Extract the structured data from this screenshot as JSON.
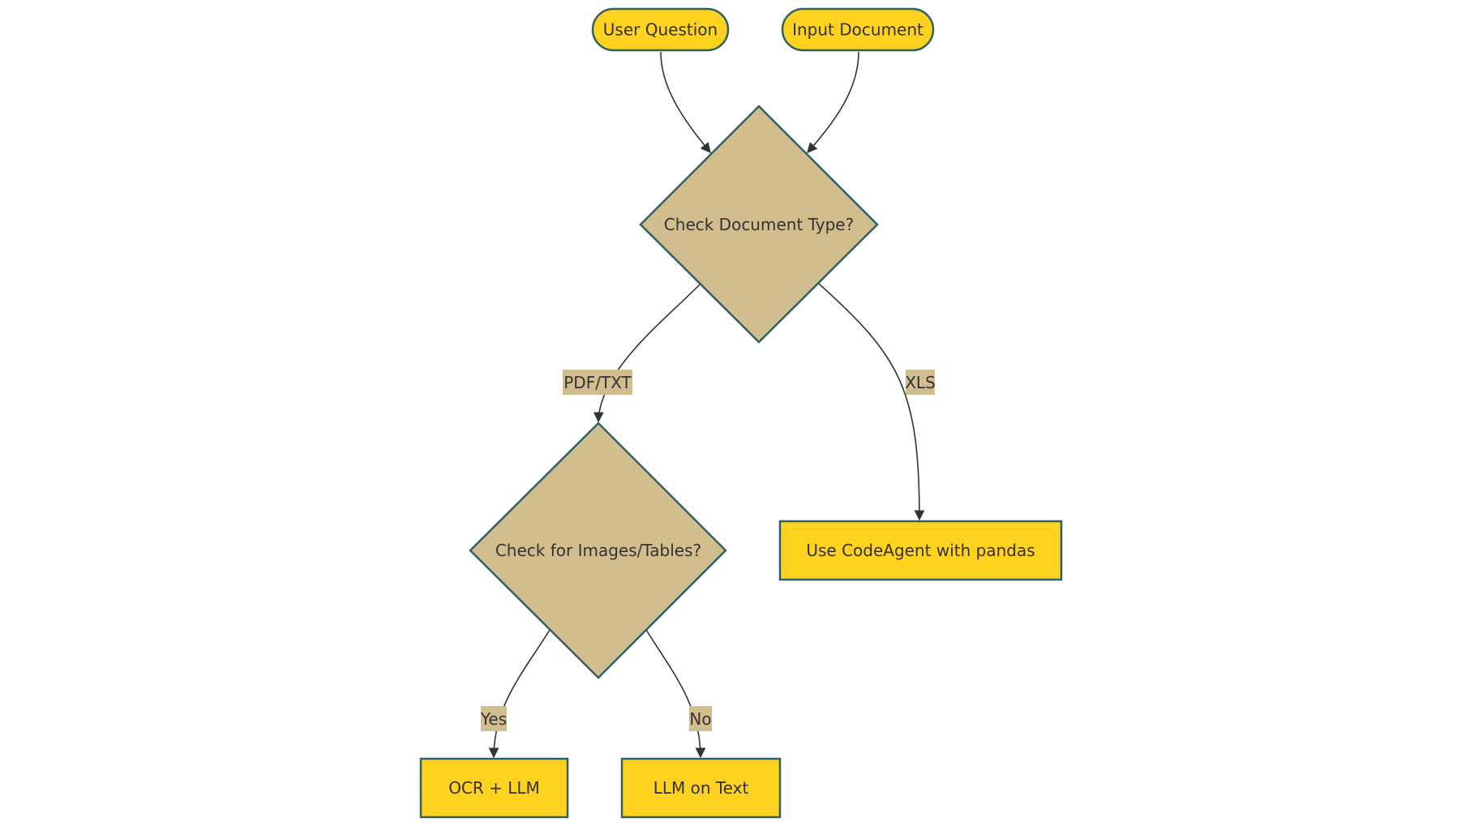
{
  "colors": {
    "terminal_fill": "#FFD21F",
    "process_fill": "#FFD21F",
    "decision_fill": "#D2BD8F",
    "node_stroke": "#2F6164",
    "edge_stroke": "#333333",
    "label_bg": "#D2BD8F",
    "text": "#333333"
  },
  "nodes": {
    "user_question": "User Question",
    "input_document": "Input Document",
    "check_doc_type": "Check Document Type?",
    "check_images_tables": "Check for Images/Tables?",
    "use_codeagent": "Use CodeAgent with pandas",
    "ocr_llm": "OCR + LLM",
    "llm_on_text": "LLM on Text"
  },
  "edge_labels": {
    "pdf_txt": "PDF/TXT",
    "xls": "XLS",
    "yes": "Yes",
    "no": "No"
  }
}
